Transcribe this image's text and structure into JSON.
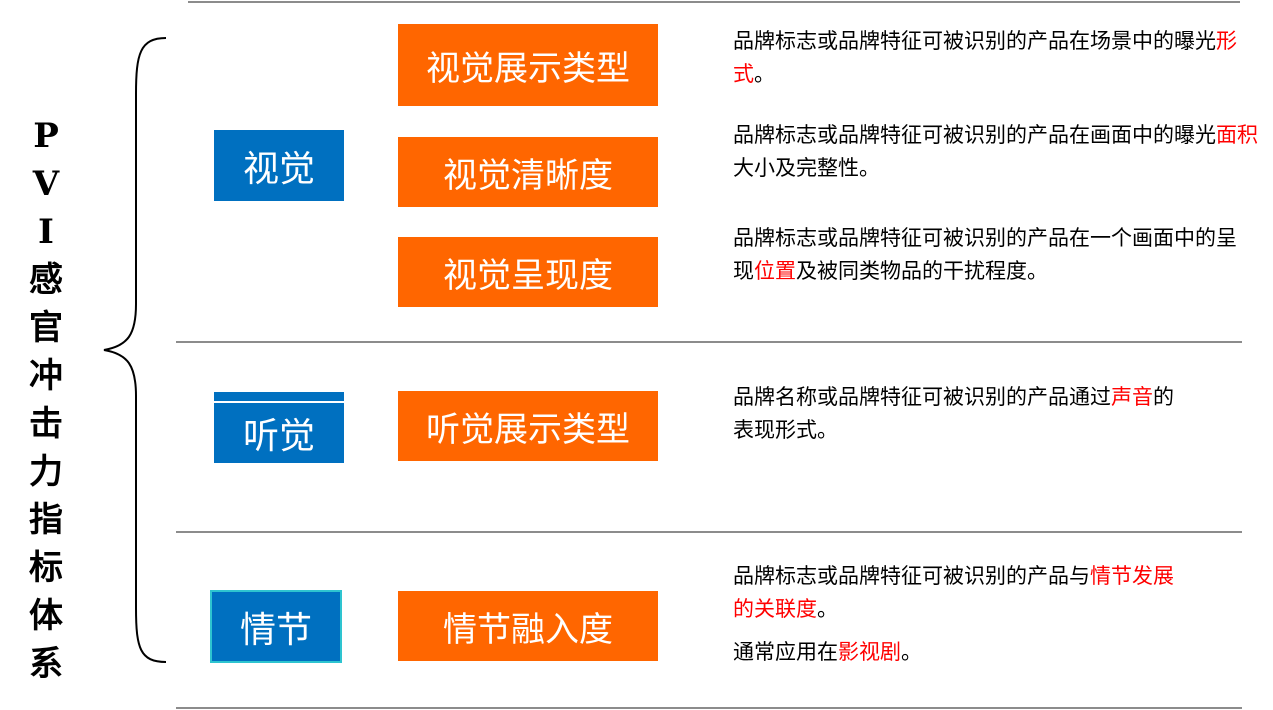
{
  "title_chars": [
    "P",
    "V",
    "I",
    "感",
    "官",
    "冲",
    "击",
    "力",
    "指",
    "标",
    "体",
    "系"
  ],
  "categories": [
    {
      "label": "视觉"
    },
    {
      "label": "听觉"
    },
    {
      "label": "情节"
    }
  ],
  "indicators": [
    {
      "label": "视觉展示类型",
      "desc": [
        {
          "t": "品牌标志或品牌特征可被识别的产品在场景中的曝光",
          "red": false
        },
        {
          "t": "形式",
          "red": true
        },
        {
          "t": "。",
          "red": false
        }
      ]
    },
    {
      "label": "视觉清晰度",
      "desc": [
        {
          "t": "品牌标志或品牌特征可被识别的产品在画面中的曝光",
          "red": false
        },
        {
          "t": "面积",
          "red": true
        },
        {
          "t": "大小及完整性。",
          "red": false
        }
      ]
    },
    {
      "label": "视觉呈现度",
      "desc": [
        {
          "t": "品牌标志或品牌特征可被识别的产品在一个画面中的呈现",
          "red": false
        },
        {
          "t": "位置",
          "red": true
        },
        {
          "t": "及被同类物品的干扰程度。",
          "red": false
        }
      ]
    },
    {
      "label": "听觉展示类型",
      "desc": [
        {
          "t": "品牌名称或品牌特征可被识别的产品通过",
          "red": false
        },
        {
          "t": "声音",
          "red": true
        },
        {
          "t": "的表现形式。",
          "red": false
        }
      ]
    },
    {
      "label": "情节融入度",
      "desc": [
        {
          "t": "品牌标志或品牌特征可被识别的产品与",
          "red": false
        },
        {
          "t": "情节发展的关联度",
          "red": true
        },
        {
          "t": "。",
          "red": false
        }
      ]
    }
  ],
  "note": [
    {
      "t": "通常应用在",
      "red": false
    },
    {
      "t": "影视剧",
      "red": true
    },
    {
      "t": "。",
      "red": false
    }
  ],
  "colors": {
    "blue": "#0070c0",
    "orange": "#ff6600",
    "red": "#ff0000",
    "teal_border": "#2ec4d0"
  }
}
